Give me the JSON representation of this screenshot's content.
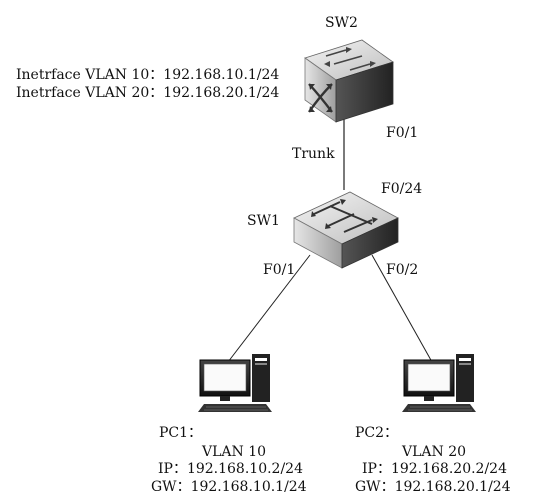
{
  "sw2": {
    "name": "SW2",
    "iface_vlan10": "Inetrface VLAN 10：192.168.10.1/24",
    "iface_vlan20": "Inetrface VLAN 20：192.168.20.1/24",
    "port_down": "F0/1"
  },
  "link_sw2_sw1": {
    "label": "Trunk"
  },
  "sw1": {
    "name": "SW1",
    "port_up": "F0/24",
    "port_left": "F0/1",
    "port_right": "F0/2"
  },
  "pc1": {
    "name": "PC1：",
    "vlan": "VLAN 10",
    "ip": "IP：192.168.10.2/24",
    "gw": "GW：192.168.10.1/24"
  },
  "pc2": {
    "name": "PC2：",
    "vlan": "VLAN 20",
    "ip": "IP：192.168.20.2/24",
    "gw": "GW：192.168.20.1/24"
  },
  "icons": {
    "layer3_switch": "layer3-switch-icon",
    "layer2_switch": "layer2-switch-icon",
    "pc": "desktop-computer-icon"
  }
}
